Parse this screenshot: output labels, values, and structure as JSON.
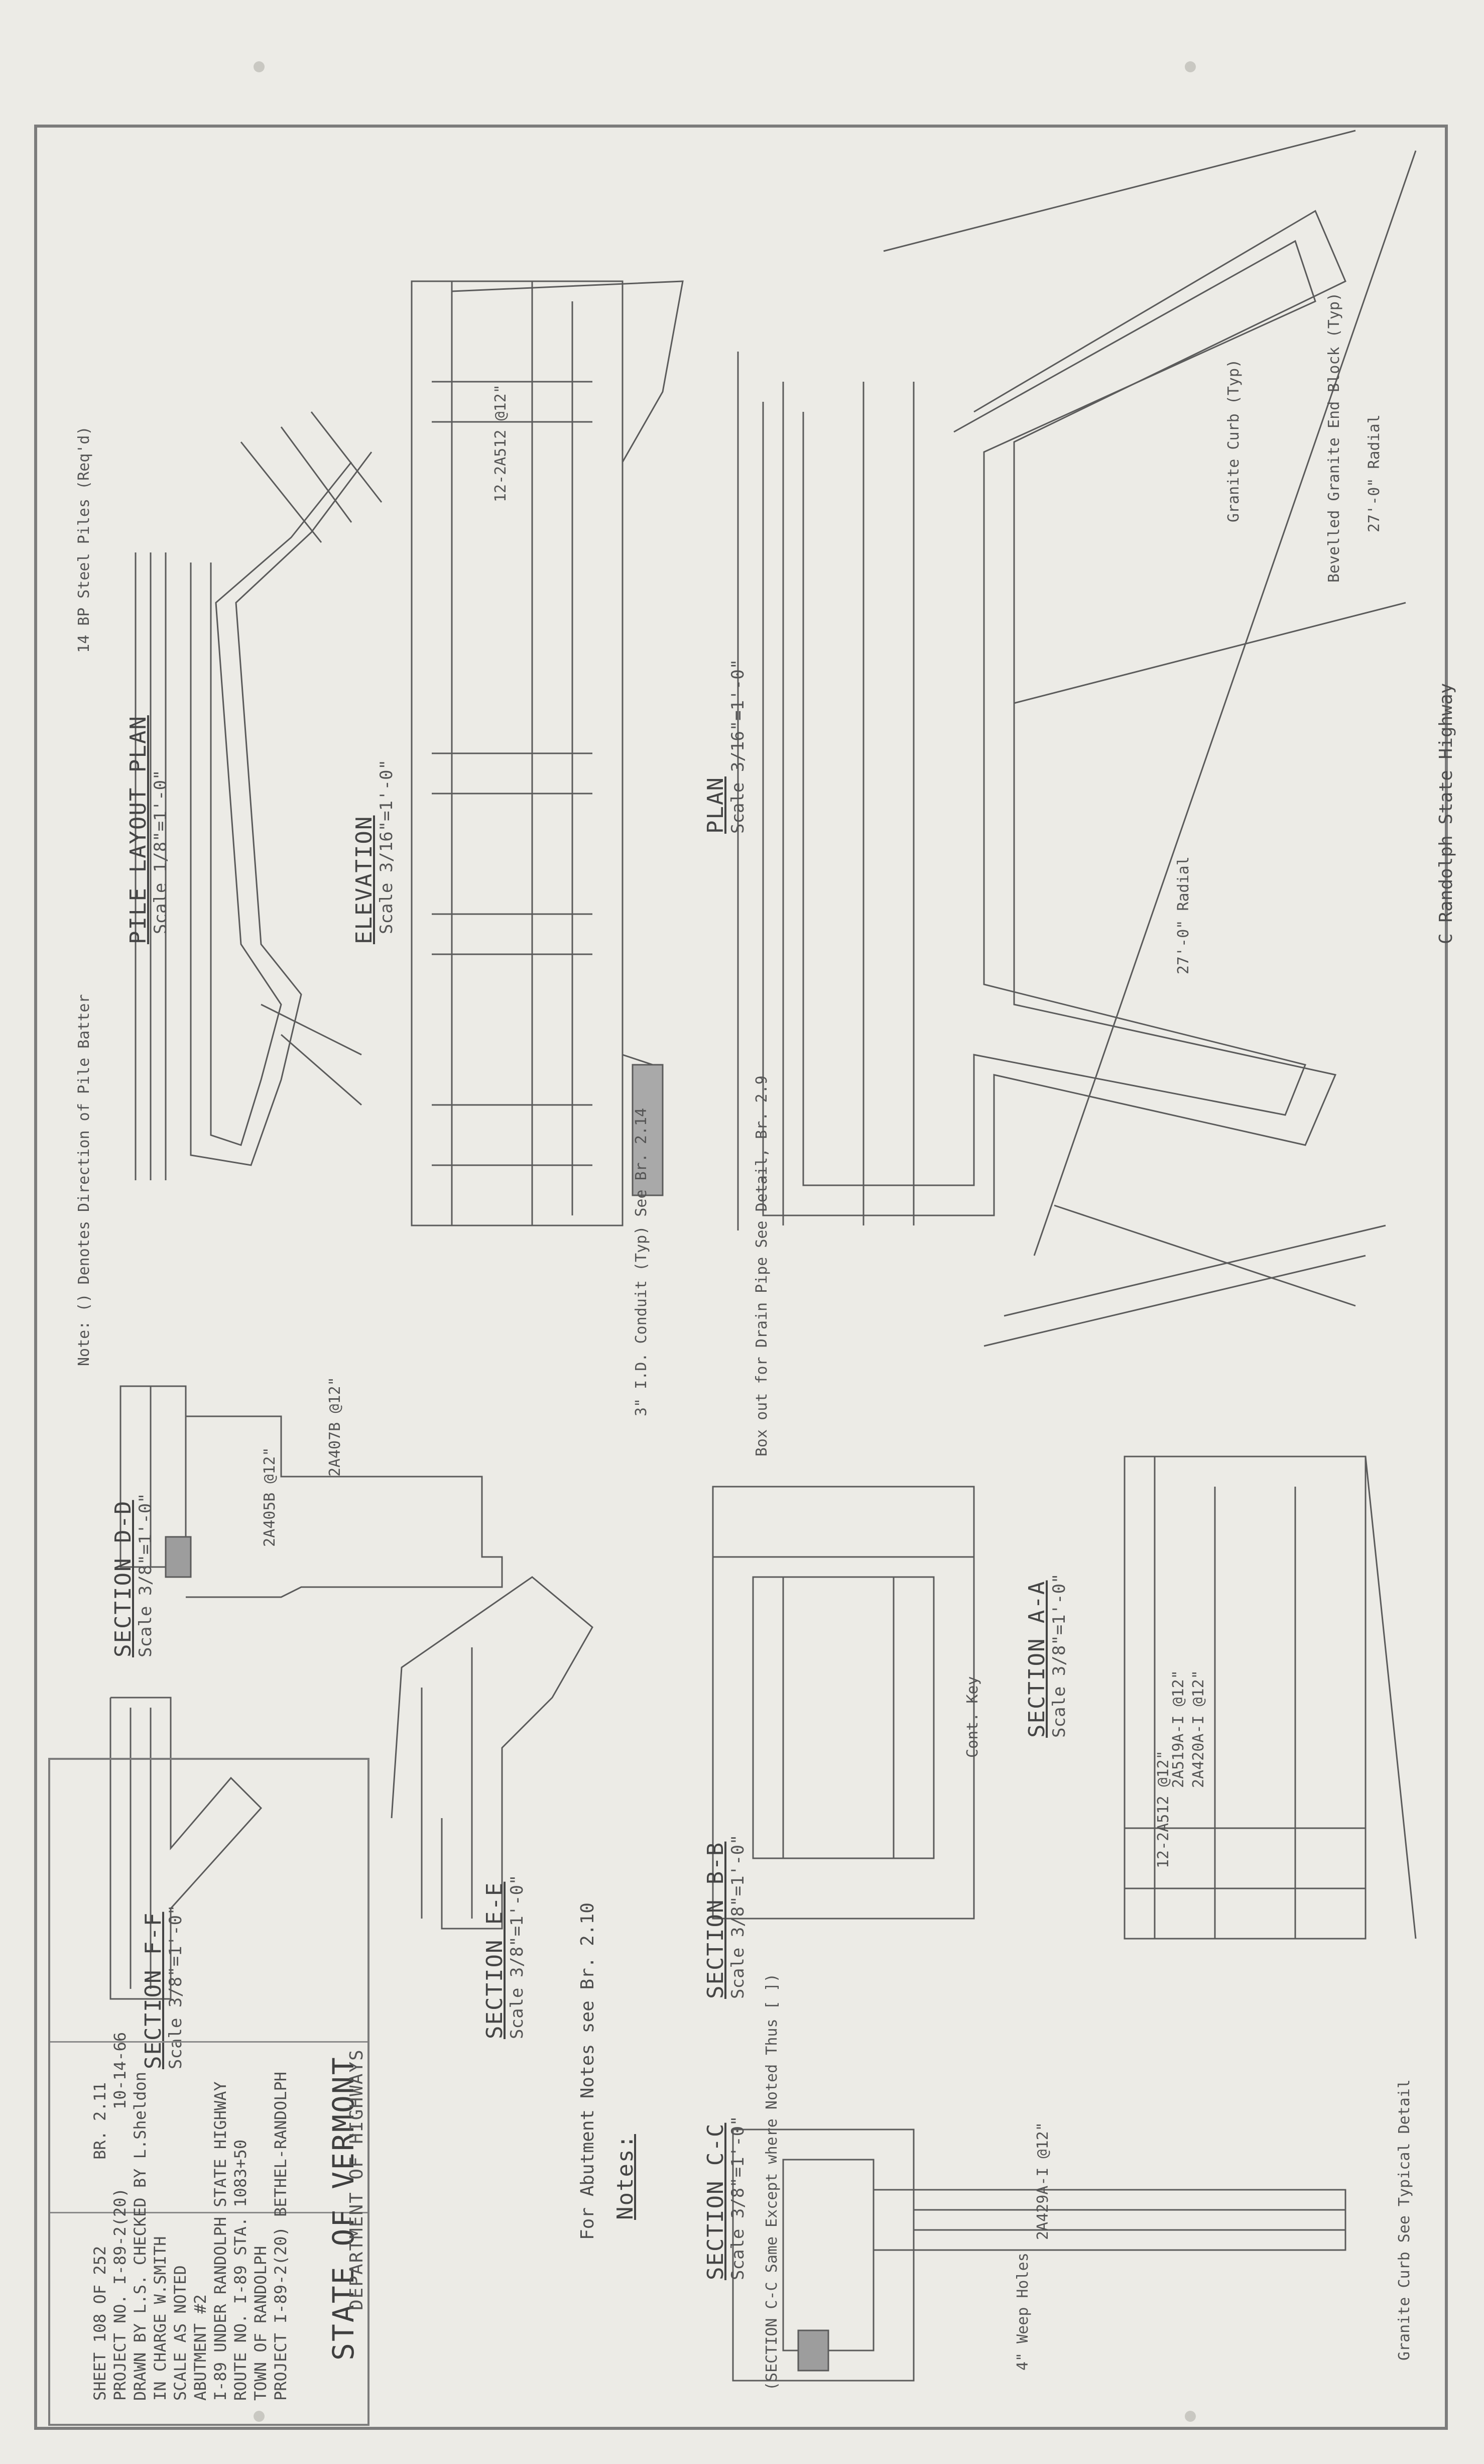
{
  "colors": {
    "paper": "#ecebe6",
    "ink": "#4a4a4a",
    "frame": "#7c7c7c"
  },
  "views": {
    "pile_layout": {
      "title": "PILE LAYOUT PLAN",
      "scale": "Scale 1/8\"=1'-0\"",
      "note": "14 BP Steel Piles (Req'd)",
      "footnote": "Note: () Denotes Direction of Pile Batter"
    },
    "elevation": {
      "title": "ELEVATION",
      "scale": "Scale 3/16\"=1'-0\"",
      "note": "3\" I.D. Conduit (Typ) See Br. 2.14"
    },
    "plan": {
      "title": "PLAN",
      "scale": "Scale 3/16\"=1'-0\"",
      "note": "Box out for Drain Pipe See Detail, Br. 2.9",
      "highway": "C Randolph State Highway",
      "radial_1": "27'-0\" Radial",
      "radial_2": "27'-0\" Radial",
      "block": "Bevelled Granite End Block (Typ)",
      "curb": "Granite Curb (Typ)"
    },
    "section_d": {
      "title": "SECTION D-D",
      "scale": "Scale 3/8\"=1'-0\""
    },
    "section_e": {
      "title": "SECTION E-E",
      "scale": "Scale 3/8\"=1'-0\""
    },
    "section_f": {
      "title": "SECTION F-F",
      "scale": "Scale 3/8\"=1'-0\""
    },
    "section_b": {
      "title": "SECTION B-B",
      "scale": "Scale 3/8\"=1'-0\""
    },
    "section_a": {
      "title": "SECTION A-A",
      "scale": "Scale 3/8\"=1'-0\""
    },
    "section_c": {
      "title": "SECTION C-C",
      "scale": "Scale 3/8\"=1'-0\"",
      "note": "(SECTION C-C Same Except where Noted Thus [ ])"
    }
  },
  "notes": {
    "heading": "Notes:",
    "body": "For Abutment Notes see Br. 2.10"
  },
  "callouts": [
    "12-2A512 @12\"",
    "2A405B @12\"",
    "2A407B @12\"",
    "2A519A-I @12\"",
    "2A420A-I @12\"",
    "2A429A-I @12\"",
    "12-2A512 @12\"",
    "Granite Curb See Typical Detail",
    "4\" Weep Holes",
    "Cont. Key"
  ],
  "title_block": {
    "state": "STATE OF VERMONT",
    "department": "DEPARTMENT OF HIGHWAYS",
    "project": "PROJECT I-89-2(20) BETHEL-RANDOLPH",
    "town": "TOWN OF  RANDOLPH",
    "route": "ROUTE NO. I-89    STA. 1083+50",
    "bridge": "I-89 UNDER RANDOLPH STATE HIGHWAY",
    "sheet_title": "ABUTMENT #2",
    "scale": "SCALE  AS NOTED",
    "charge": "IN CHARGE  W.SMITH",
    "drawn": "DRAWN BY  L.S.    CHECKED BY  L.Sheldon",
    "date": "10-14-66",
    "project_no": "PROJECT NO. I-89-2(20)",
    "sheet": "SHEET 108  OF 252",
    "br": "BR. 2.11"
  }
}
